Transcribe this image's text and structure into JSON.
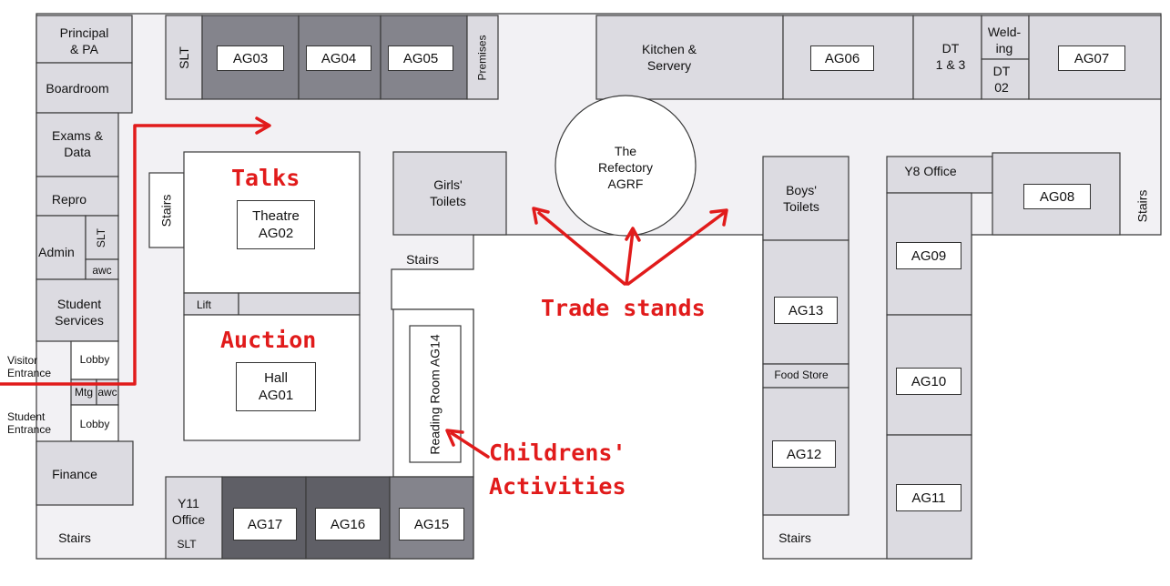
{
  "rooms": {
    "principal_pa": "Principal\n& PA",
    "boardroom": "Boardroom",
    "exams_data": "Exams &\nData",
    "repro": "Repro",
    "admin": "Admin",
    "slt_small": "SLT",
    "awc": "awc",
    "student_services": "Student\nServices",
    "visitor_entrance": "Visitor\nEntrance",
    "lobby_upper": "Lobby",
    "mtg": "Mtg",
    "awc_lower": "awc",
    "student_entrance": "Student\nEntrance",
    "lobby_lower": "Lobby",
    "finance": "Finance",
    "stairs_sw": "Stairs",
    "slt_top": "SLT",
    "ag03": "AG03",
    "ag04": "AG04",
    "ag05": "AG05",
    "premises": "Premises",
    "kitchen": "Kitchen &\nServery",
    "ag06": "AG06",
    "dt13": "DT\n1 & 3",
    "welding": "Weld-\ning",
    "dt02": "DT\n02",
    "ag07": "AG07",
    "stairs_left": "Stairs",
    "theatre": "Theatre\nAG02",
    "lift": "Lift",
    "hall": "Hall\nAG01",
    "girls_toilets": "Girls'\nToilets",
    "stairs_mid": "Stairs",
    "refectory": "The\nRefectory\nAGRF",
    "reading_room": "Reading Room\nAG14",
    "boys_toilets": "Boys'\nToilets",
    "ag13": "AG13",
    "food_store": "Food Store",
    "ag12": "AG12",
    "stairs_se": "Stairs",
    "y8_office": "Y8 Office",
    "ag08": "AG08",
    "stairs_east": "Stairs",
    "ag09": "AG09",
    "ag10": "AG10",
    "ag11": "AG11",
    "y11_office": "Y11\nOffice",
    "slt_bottom": "SLT",
    "ag17": "AG17",
    "ag16": "AG16",
    "ag15": "AG15"
  },
  "annotations": {
    "talks": "Talks",
    "auction": "Auction",
    "trade_stands": "Trade stands",
    "childrens_activities": "Childrens'\nActivities"
  },
  "colors": {
    "corridor": "#f2f1f4",
    "room": "#dcdbe1",
    "room_dark": "#84848c",
    "room_darker": "#5f5f66",
    "outline": "#3a3a3a",
    "annotation": "#e11b1b"
  }
}
